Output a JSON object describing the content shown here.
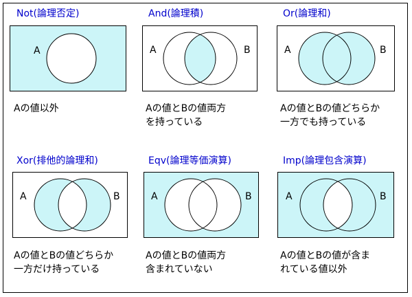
{
  "panels": [
    {
      "title": "Not(論理否定)",
      "caption": [
        "Aの値以外"
      ],
      "labels": {
        "a": "A",
        "b": ""
      }
    },
    {
      "title": "And(論理積)",
      "caption": [
        "Aの値とBの値両方",
        "を持っている"
      ],
      "labels": {
        "a": "A",
        "b": "B"
      }
    },
    {
      "title": "Or(論理和)",
      "caption": [
        "Aの値とBの値どちらか",
        "一方でも持っている"
      ],
      "labels": {
        "a": "A",
        "b": "B"
      }
    },
    {
      "title": "Xor(排他的論理和)",
      "caption": [
        "Aの値とBの値どちらか",
        "一方だけ持っている"
      ],
      "labels": {
        "a": "A",
        "b": "B"
      }
    },
    {
      "title": "Eqv(論理等価演算)",
      "caption": [
        "Aの値とBの値両方",
        "含まれていない"
      ],
      "labels": {
        "a": "A",
        "b": "B"
      }
    },
    {
      "title": "Imp(論理包含演算)",
      "caption": [
        "Aの値とBの値が含ま",
        "れている値以外"
      ],
      "labels": {
        "a": "A",
        "b": "B"
      }
    }
  ],
  "colors": {
    "fill": "#ccf5f8",
    "title": "#0000cc"
  }
}
